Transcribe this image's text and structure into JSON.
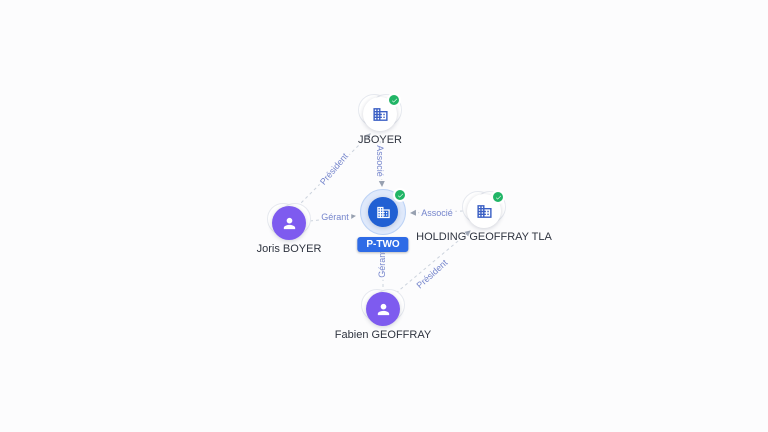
{
  "graph": {
    "background": "#fcfcfd",
    "colors": {
      "edge_line": "#ccd3dd",
      "edge_arrow": "#97a0b0",
      "edge_label": "#7585cc",
      "node_label": "#2f3440",
      "company_icon_blue": "#3a5fc4",
      "person_purple": "#7e5bef",
      "verified_green": "#21b566",
      "selected_node_blue": "#2160d3",
      "selected_badge_bg": "#2e6be6"
    },
    "nodes": [
      {
        "id": "jboyer",
        "label": "JBOYER",
        "type": "company",
        "verified": true,
        "selected": false
      },
      {
        "id": "joris-boyer",
        "label": "Joris BOYER",
        "type": "person",
        "verified": false,
        "selected": false
      },
      {
        "id": "p-two",
        "label": "P-TWO",
        "type": "company",
        "verified": true,
        "selected": true
      },
      {
        "id": "holding-geoffray-tla",
        "label": "HOLDING GEOFFRAY TLA",
        "type": "company",
        "verified": true,
        "selected": false
      },
      {
        "id": "fabien-geoffray",
        "label": "Fabien GEOFFRAY",
        "type": "person",
        "verified": false,
        "selected": false
      }
    ],
    "edges": [
      {
        "from": "Joris BOYER",
        "to": "JBOYER",
        "label": "Président"
      },
      {
        "from": "JBOYER",
        "to": "P-TWO",
        "label": "Associé"
      },
      {
        "from": "Joris BOYER",
        "to": "P-TWO",
        "label": "Gérant"
      },
      {
        "from": "HOLDING GEOFFRAY TLA",
        "to": "P-TWO",
        "label": "Associé"
      },
      {
        "from": "Fabien GEOFFRAY",
        "to": "P-TWO",
        "label": "Gérant"
      },
      {
        "from": "Fabien GEOFFRAY",
        "to": "HOLDING GEOFFRAY TLA",
        "label": "Président"
      }
    ]
  }
}
